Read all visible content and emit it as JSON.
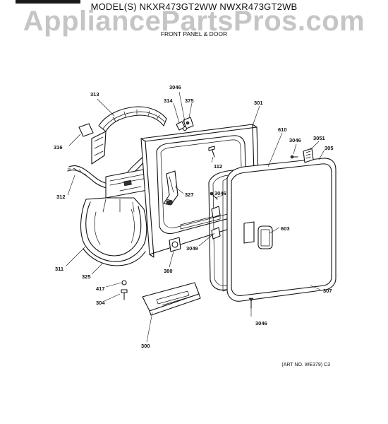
{
  "header": {
    "model_line": "MODEL(S) NKXR473GT2WW  NWXR473GT2WB",
    "watermark": "AppliancePartsPros.com",
    "section_title": "FRONT PANEL & DOOR"
  },
  "footer": {
    "art_number": "(ART NO. WE379) C3"
  },
  "callouts": {
    "c313": "313",
    "c3046_top": "3046",
    "c314": "314",
    "c375": "375",
    "c301": "301",
    "c610": "610",
    "c3046_right": "3046",
    "c3051": "3051",
    "c305": "305",
    "c316": "316",
    "c112": "112",
    "c312": "312",
    "c327": "327",
    "c3046_mid": "3046",
    "c603": "603",
    "c3049": "3049",
    "c311": "311",
    "c380": "380",
    "c325": "325",
    "c417": "417",
    "c307": "307",
    "c304": "304",
    "c3046_bottom": "3046",
    "c300": "300"
  }
}
